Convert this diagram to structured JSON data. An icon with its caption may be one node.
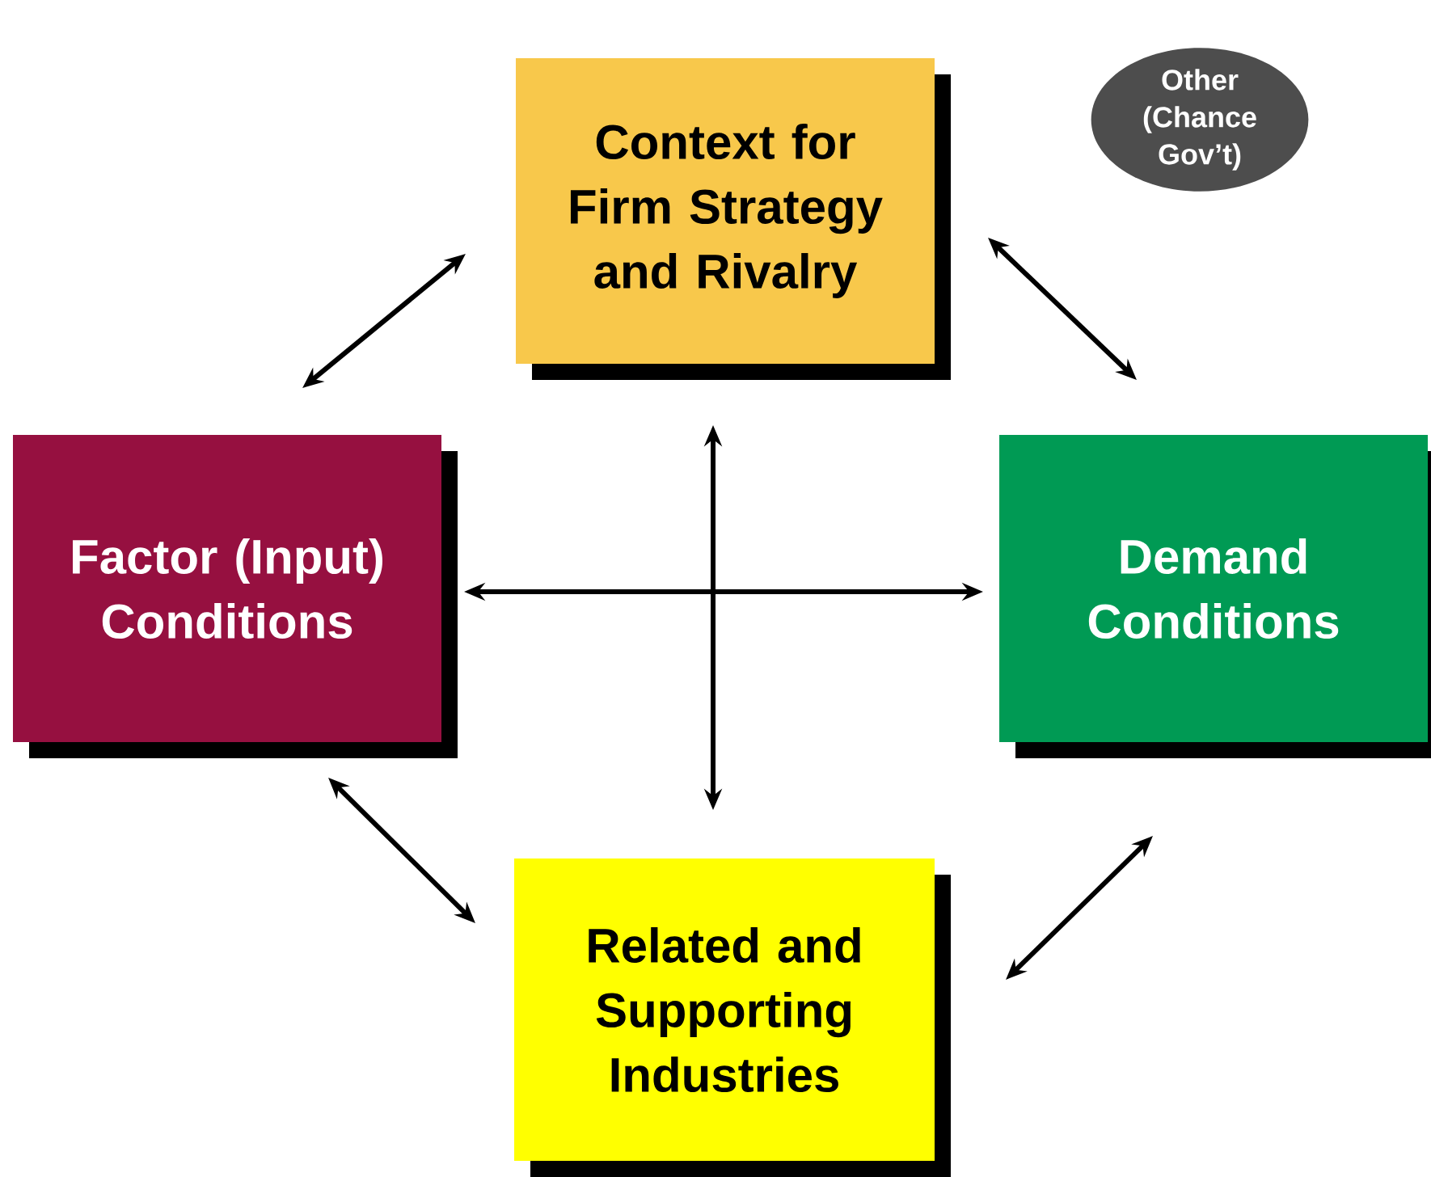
{
  "diagram": {
    "nodes": [
      {
        "text": [
          "Context for Firm Strategy and Rivalry"
        ]
      },
      {
        "text": [
          "Other (Chance Gov’t)"
        ]
      },
      {
        "text": [
          "Factor (Input) Conditions"
        ]
      },
      {
        "text": [
          "Demand Conditions"
        ]
      },
      {
        "text": [
          "Related and Supporting Industries"
        ]
      }
    ],
    "edges": [
      {
        "from": 0,
        "to": 2,
        "arrow": "both"
      },
      {
        "from": 0,
        "to": 3,
        "arrow": "both"
      },
      {
        "from": 2,
        "to": 4,
        "arrow": "both"
      },
      {
        "from": 3,
        "to": 4,
        "arrow": "both"
      },
      {
        "from": 0,
        "to": 4,
        "arrow": "both"
      },
      {
        "from": 2,
        "to": 3,
        "arrow": "both"
      }
    ]
  }
}
